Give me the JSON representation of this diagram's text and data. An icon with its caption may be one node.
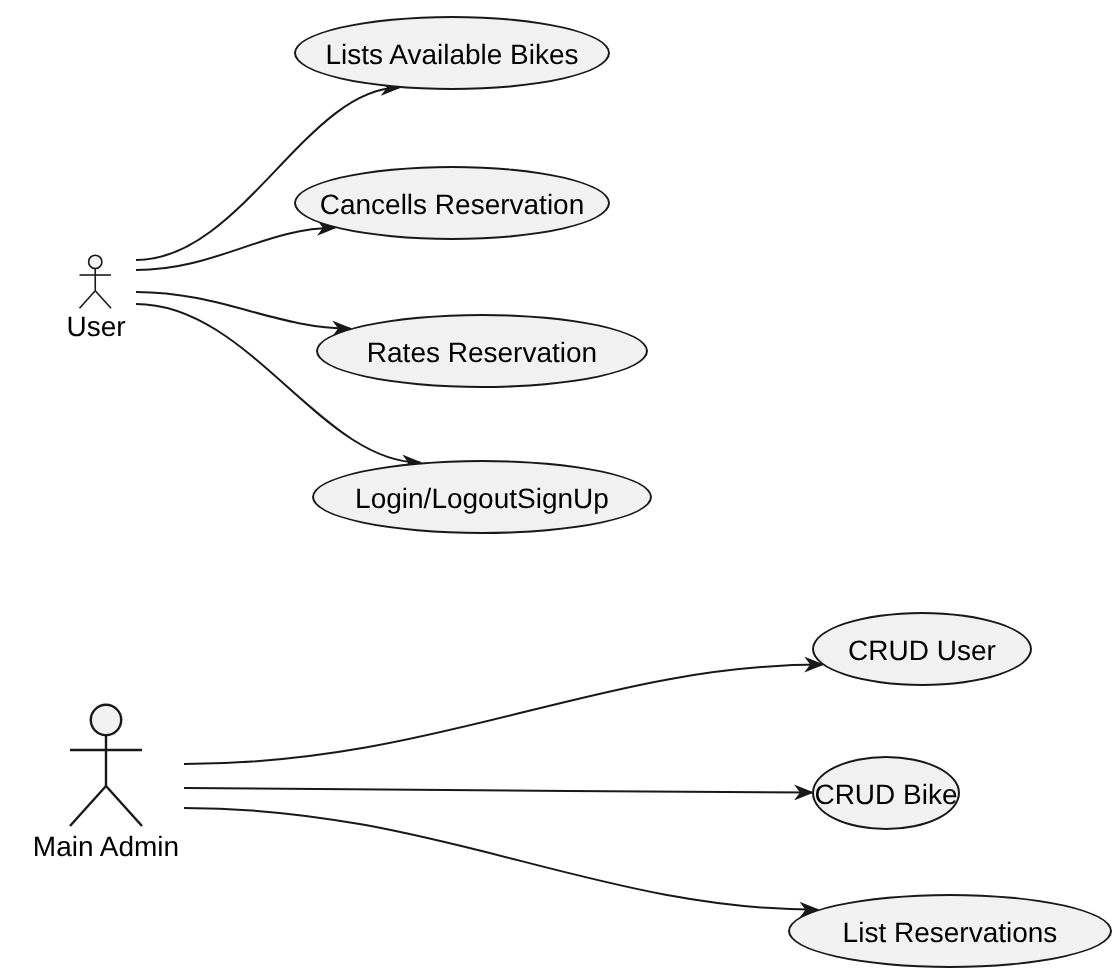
{
  "diagram": {
    "nodes": [
      {
        "text": [
          "User"
        ]
      },
      {
        "text": [
          "Lists Available Bikes"
        ]
      },
      {
        "text": [
          "Cancells Reservation"
        ]
      },
      {
        "text": [
          "Rates Reservation"
        ]
      },
      {
        "text": [
          "Login/LogoutSignUp"
        ]
      },
      {
        "text": [
          "Main Admin"
        ]
      },
      {
        "text": [
          "CRUD User"
        ]
      },
      {
        "text": [
          "CRUD Bike"
        ]
      },
      {
        "text": [
          "List Reservations"
        ]
      }
    ],
    "edges": [
      {
        "from": 0,
        "to": 1,
        "arrow": "to"
      },
      {
        "from": 0,
        "to": 2,
        "arrow": "to"
      },
      {
        "from": 0,
        "to": 3,
        "arrow": "to"
      },
      {
        "from": 0,
        "to": 4,
        "arrow": "to"
      },
      {
        "from": 5,
        "to": 6,
        "arrow": "to"
      },
      {
        "from": 5,
        "to": 7,
        "arrow": "to"
      },
      {
        "from": 5,
        "to": 8,
        "arrow": "to"
      }
    ]
  }
}
